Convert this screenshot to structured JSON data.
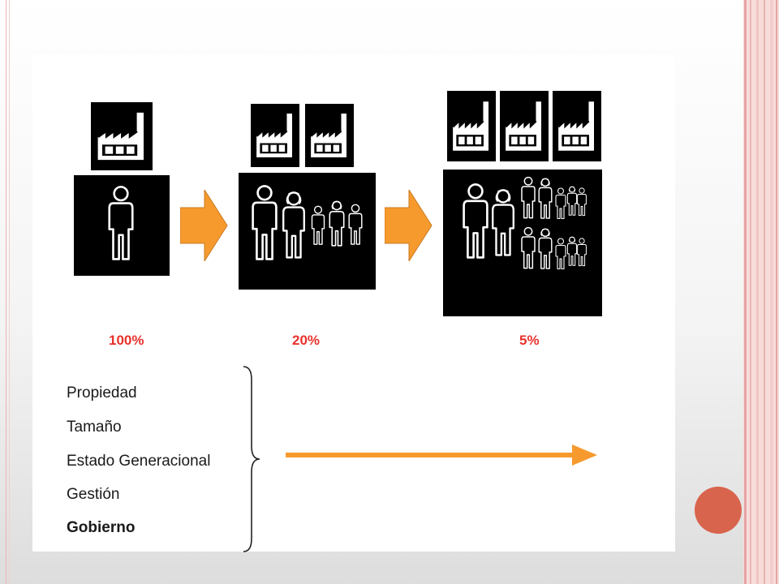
{
  "stages": [
    {
      "percent": "100%",
      "factories": 1,
      "people": 1
    },
    {
      "percent": "20%",
      "factories": 2,
      "people": 5
    },
    {
      "percent": "5%",
      "factories": 3,
      "people": 12
    }
  ],
  "dimensions": [
    "Propiedad",
    "Tamaño",
    "Estado Generacional",
    "Gestión",
    "Gobierno"
  ],
  "colors": {
    "arrow": "#f79a2e",
    "percent": "#e8322c",
    "accent_circle": "#d9644d"
  }
}
